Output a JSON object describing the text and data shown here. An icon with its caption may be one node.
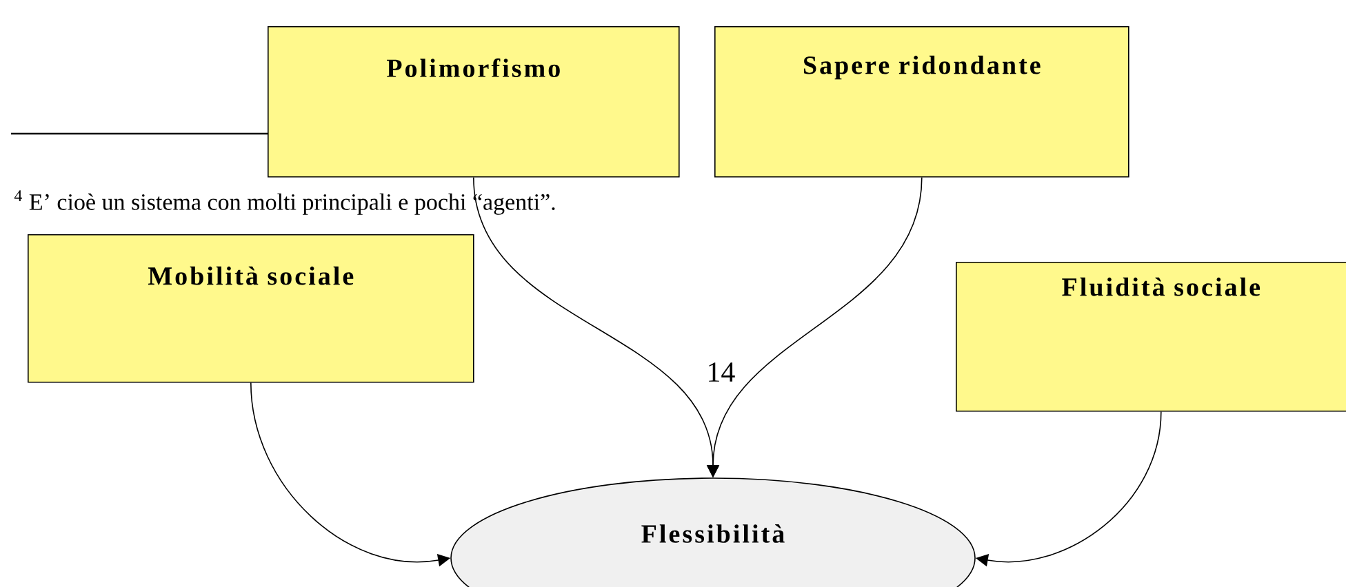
{
  "diagram": {
    "nodes": [
      {
        "text": [
          "Polimorfismo"
        ]
      },
      {
        "text": [
          "Sapere ridondante"
        ]
      },
      {
        "text": [
          "Mobilità sociale"
        ]
      },
      {
        "text": [
          "Fluidità sociale"
        ]
      },
      {
        "text": [
          "Flessibilità"
        ]
      }
    ],
    "edges": [
      {
        "from": 0,
        "to": 4,
        "arrow": "to"
      },
      {
        "from": 1,
        "to": 4,
        "arrow": "to"
      },
      {
        "from": 2,
        "to": 4,
        "arrow": "to"
      },
      {
        "from": 3,
        "to": 4,
        "arrow": "to"
      }
    ],
    "labels": [
      "$^{4}$ E’ cioè un sistema con molti principali e pochi “agenti”.",
      "14"
    ]
  }
}
